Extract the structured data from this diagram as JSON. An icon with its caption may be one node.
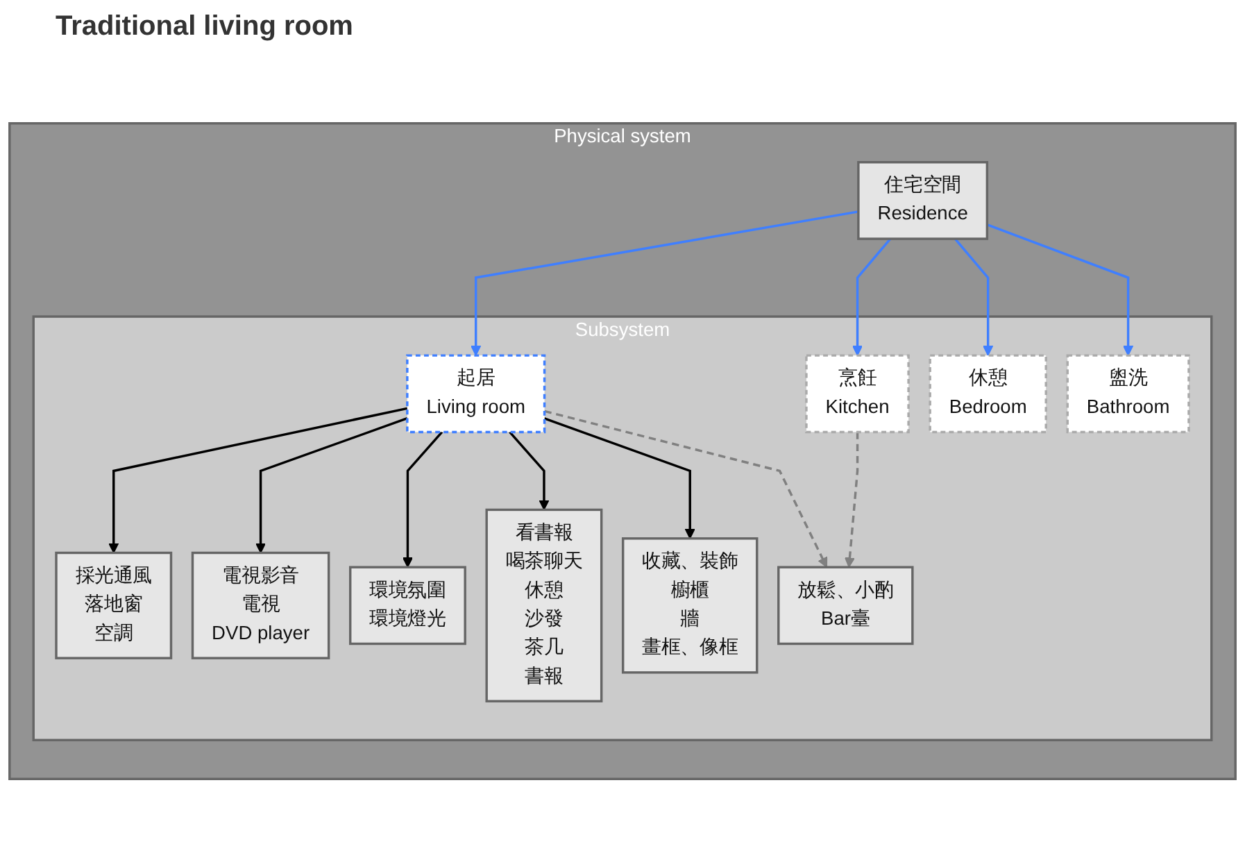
{
  "diagram": {
    "title": "Traditional living room",
    "nodes": [
      {
        "text": [
          "Physical system"
        ]
      },
      {
        "text": [
          "住宅空間",
          "Residence"
        ],
        "in": 0
      },
      {
        "text": [
          "Subsystem"
        ],
        "in": 0
      },
      {
        "text": [
          "起居",
          "Living room"
        ],
        "in": 2
      },
      {
        "text": [
          "烹飪",
          "Kitchen"
        ],
        "in": 2
      },
      {
        "text": [
          "休憩",
          "Bedroom"
        ],
        "in": 2
      },
      {
        "text": [
          "盥洗",
          "Bathroom"
        ],
        "in": 2
      },
      {
        "text": [
          "採光通風",
          "落地窗",
          "空調"
        ],
        "in": 2
      },
      {
        "text": [
          "電視影音",
          "電視",
          "DVD player"
        ],
        "in": 2
      },
      {
        "text": [
          "環境氛圍",
          "環境燈光"
        ],
        "in": 2
      },
      {
        "text": [
          "看書報",
          "喝茶聊天",
          "休憩",
          "沙發",
          "茶几",
          "書報"
        ],
        "in": 2
      },
      {
        "text": [
          "收藏、裝飾",
          "櫥櫃",
          "牆",
          "畫框、像框"
        ],
        "in": 2
      },
      {
        "text": [
          "放鬆、小酌",
          "Bar臺"
        ],
        "in": 2
      }
    ],
    "edges": [
      {
        "from": 1,
        "to": 3,
        "arrow": "to",
        "color": "#3f7fff"
      },
      {
        "from": 1,
        "to": 4,
        "arrow": "to",
        "color": "#3f7fff"
      },
      {
        "from": 1,
        "to": 5,
        "arrow": "to",
        "color": "#3f7fff"
      },
      {
        "from": 1,
        "to": 6,
        "arrow": "to",
        "color": "#3f7fff"
      },
      {
        "from": 3,
        "to": 7,
        "arrow": "to"
      },
      {
        "from": 3,
        "to": 8,
        "arrow": "to"
      },
      {
        "from": 3,
        "to": 9,
        "arrow": "to"
      },
      {
        "from": 3,
        "to": 10,
        "arrow": "to"
      },
      {
        "from": 3,
        "to": 11,
        "arrow": "to"
      },
      {
        "from": 3,
        "to": 12,
        "arrow": "to",
        "style": "dashed",
        "color": "#808080"
      },
      {
        "from": 4,
        "to": 12,
        "arrow": "to",
        "style": "dashed",
        "color": "#808080"
      }
    ]
  }
}
